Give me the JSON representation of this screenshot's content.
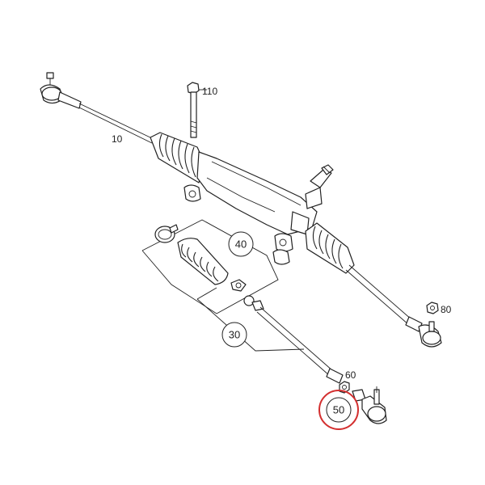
{
  "callouts": {
    "part_10": "10",
    "part_110": "110",
    "part_80": "80",
    "part_40": "40",
    "part_30": "30",
    "part_60": "60",
    "part_50": "50"
  },
  "colors": {
    "line": "#222222",
    "background": "#ffffff",
    "highlight": "#d32f2f"
  }
}
